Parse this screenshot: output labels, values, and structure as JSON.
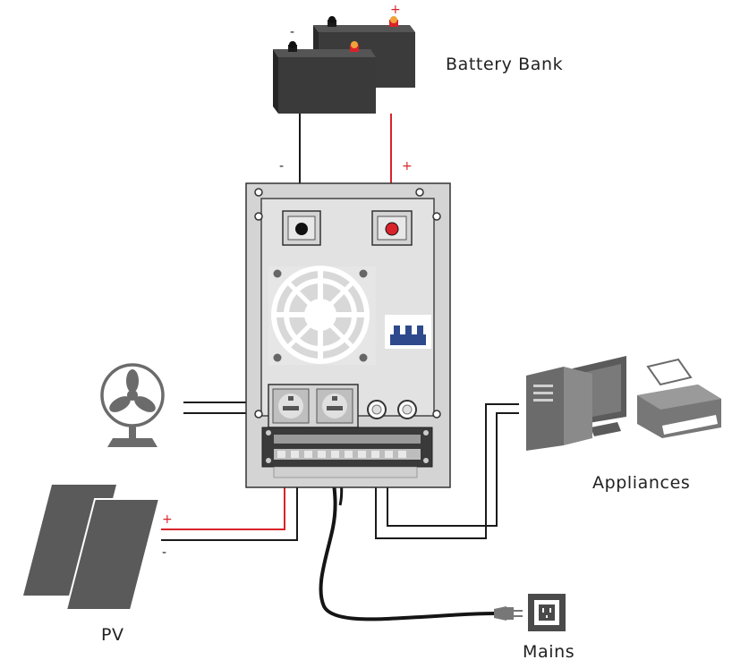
{
  "labels": {
    "battery_bank": "Battery Bank",
    "appliances": "Appliances",
    "pv": "PV",
    "mains": "Mains"
  },
  "polarity": {
    "negative": "-",
    "positive": "+"
  },
  "colors": {
    "positive_wire": "#d9232a",
    "negative_wire": "#1a1a1a",
    "inverter_body": "#d4d4d4",
    "battery_body": "#3a3a3a",
    "breaker_blue": "#2e4a8c"
  },
  "icons": [
    "battery-icon",
    "inverter-icon",
    "fan-icon",
    "computer-icon",
    "printer-icon",
    "solar-panel-icon",
    "wall-outlet-icon",
    "plug-icon"
  ]
}
